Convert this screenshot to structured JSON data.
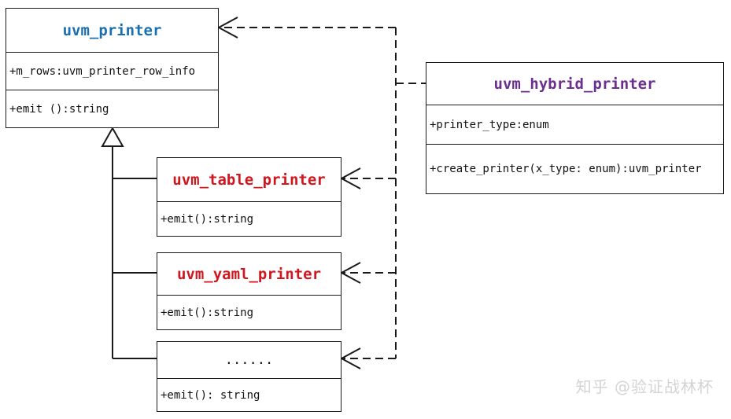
{
  "colors": {
    "base_title": "#1a6fb0",
    "subclass_title": "#d0161e",
    "hybrid_title": "#6a2f8f",
    "ellipsis_title": "#111111",
    "line": "#1a1a1a"
  },
  "classes": {
    "uvm_printer": {
      "name": "uvm_printer",
      "attribute": "+m_rows:uvm_printer_row_info",
      "method": "+emit ():string"
    },
    "uvm_table_printer": {
      "name": "uvm_table_printer",
      "method": "+emit():string"
    },
    "uvm_yaml_printer": {
      "name": "uvm_yaml_printer",
      "method": "+emit():string"
    },
    "more_printers": {
      "name": "......",
      "method": "+emit(): string"
    },
    "uvm_hybrid_printer": {
      "name": "uvm_hybrid_printer",
      "attribute": "+printer_type:enum",
      "method": "+create_printer(x_type: enum):uvm_printer"
    }
  },
  "watermark": "知乎 @验证战林杯"
}
